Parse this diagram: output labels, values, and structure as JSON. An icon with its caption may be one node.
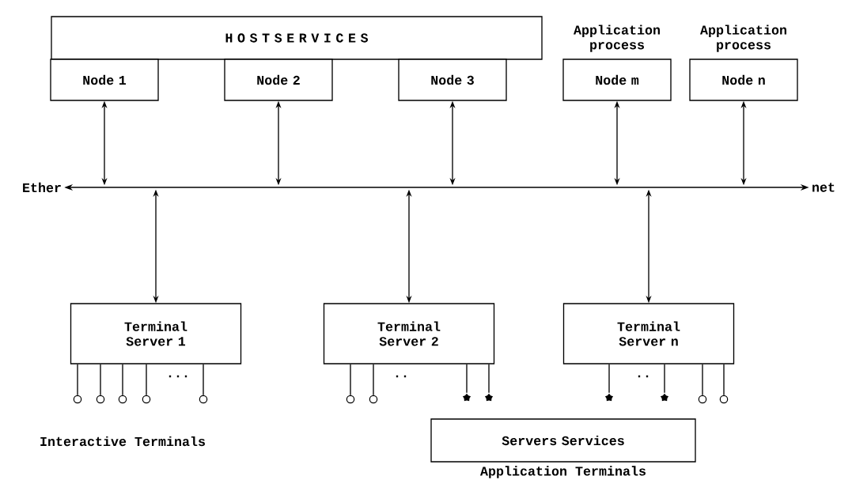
{
  "diagram": {
    "nodes": [
      {
        "text": [
          "H O S T   S E R V I C E S"
        ]
      },
      {
        "text": [
          "Node 1"
        ]
      },
      {
        "text": [
          "Node 2"
        ]
      },
      {
        "text": [
          "Node 3"
        ]
      },
      {
        "text": [
          "Application process",
          "Node m"
        ]
      },
      {
        "text": [
          "Application process",
          "Node n"
        ]
      },
      {
        "text": [
          "Ether",
          "net"
        ]
      },
      {
        "text": [
          "Terminal Server 1"
        ]
      },
      {
        "text": [
          "Terminal Server 2"
        ]
      },
      {
        "text": [
          "Terminal Server n"
        ]
      },
      {
        "text": [
          "Servers Services"
        ],
        "beside": [
          "Application Terminals"
        ]
      },
      {
        "text": [],
        "shape": "circle"
      },
      {
        "text": [],
        "shape": "circle"
      },
      {
        "text": [],
        "shape": "circle"
      },
      {
        "text": [],
        "shape": "circle"
      },
      {
        "text": [],
        "shape": "circle"
      },
      {
        "text": [],
        "shape": "circle"
      },
      {
        "text": [],
        "shape": "circle"
      },
      {
        "text": [],
        "shape": "star"
      },
      {
        "text": [],
        "shape": "star"
      },
      {
        "text": [],
        "shape": "star"
      },
      {
        "text": [],
        "shape": "star"
      },
      {
        "text": [],
        "shape": "circle"
      },
      {
        "text": [],
        "shape": "circle"
      }
    ],
    "edges": [
      {
        "from": 1,
        "to": 6,
        "arrow": "both"
      },
      {
        "from": 2,
        "to": 6,
        "arrow": "both"
      },
      {
        "from": 3,
        "to": 6,
        "arrow": "both"
      },
      {
        "from": 4,
        "to": 6,
        "arrow": "both"
      },
      {
        "from": 5,
        "to": 6,
        "arrow": "both"
      },
      {
        "from": 6,
        "to": 7,
        "arrow": "both"
      },
      {
        "from": 6,
        "to": 8,
        "arrow": "both"
      },
      {
        "from": 6,
        "to": 9,
        "arrow": "both"
      },
      {
        "from": 7,
        "to": 11,
        "arrow": "none"
      },
      {
        "from": 7,
        "to": 12,
        "arrow": "none"
      },
      {
        "from": 7,
        "to": 13,
        "arrow": "none"
      },
      {
        "from": 7,
        "to": 14,
        "arrow": "none"
      },
      {
        "from": 7,
        "to": 15,
        "arrow": "none"
      },
      {
        "from": 8,
        "to": 16,
        "arrow": "none"
      },
      {
        "from": 8,
        "to": 17,
        "arrow": "none"
      },
      {
        "from": 8,
        "to": 18,
        "arrow": "none"
      },
      {
        "from": 8,
        "to": 19,
        "arrow": "none"
      },
      {
        "from": 9,
        "to": 20,
        "arrow": "none"
      },
      {
        "from": 9,
        "to": 21,
        "arrow": "none"
      },
      {
        "from": 9,
        "to": 22,
        "arrow": "none"
      },
      {
        "from": 9,
        "to": 23,
        "arrow": "none"
      }
    ],
    "labels": [
      "...",
      "..",
      "..",
      "Interactive Terminals"
    ]
  }
}
